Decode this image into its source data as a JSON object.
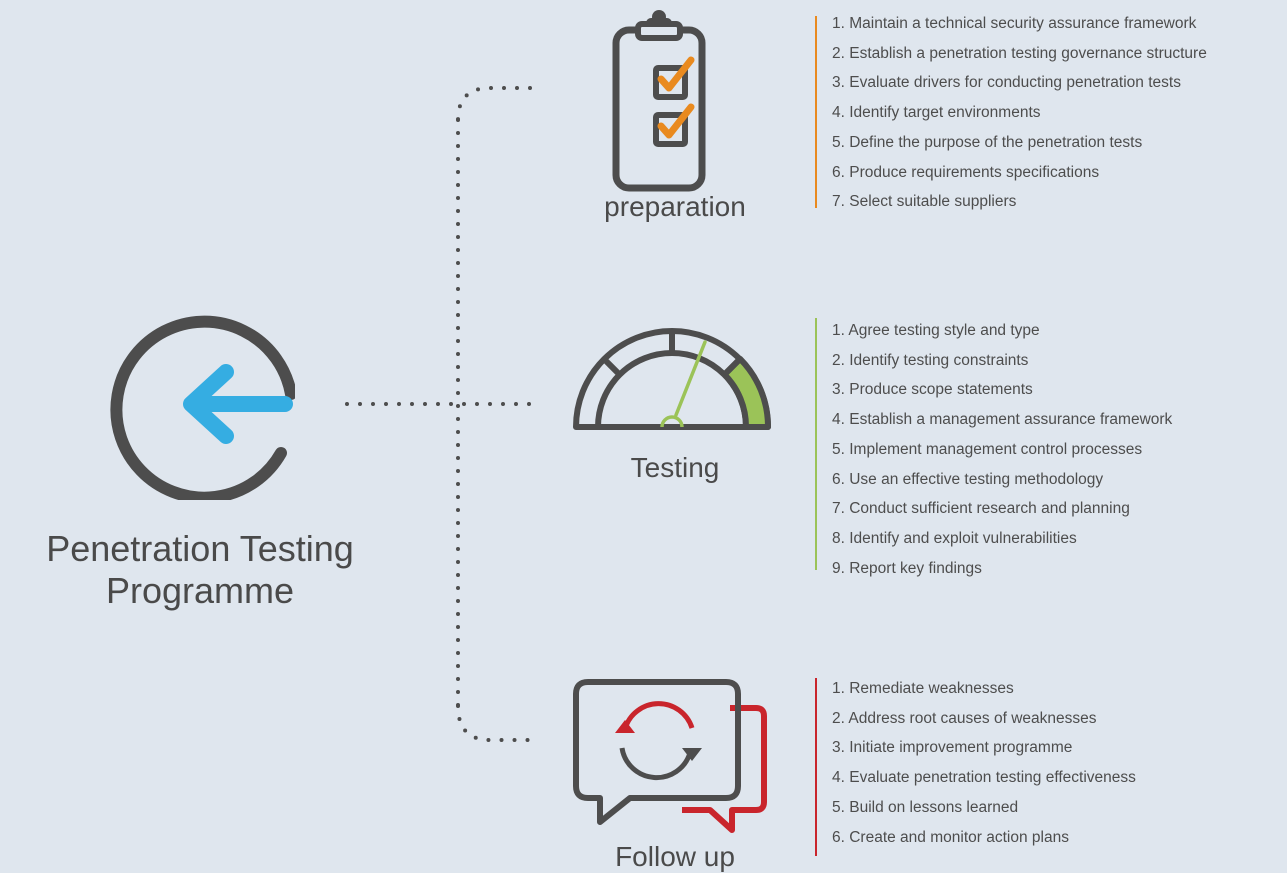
{
  "title_line1": "Penetration Testing",
  "title_line2": "Programme",
  "colors": {
    "background": "#dfe6ee",
    "icon_dark": "#4d4d4d",
    "arrow_blue": "#35ade2",
    "preparation_accent": "#e98a1f",
    "testing_accent": "#9bc358",
    "followup_accent": "#c9252c"
  },
  "phases": [
    {
      "label": "preparation",
      "icon": "clipboard-checklist-icon",
      "steps": [
        "1. Maintain a technical security assurance framework",
        "2. Establish a penetration testing governance structure",
        "3. Evaluate drivers for conducting penetration tests",
        "4. Identify target environments",
        "5. Define the purpose of the penetration tests",
        "6. Produce requirements specifications",
        "7. Select suitable suppliers"
      ]
    },
    {
      "label": "Testing",
      "icon": "gauge-icon",
      "steps": [
        "1. Agree testing style and type",
        "2. Identify testing constraints",
        "3. Produce scope statements",
        "4. Establish a management assurance framework",
        "5. Implement management control processes",
        "6. Use an effective testing methodology",
        "7. Conduct sufficient research and planning",
        "8. Identify and exploit vulnerabilities",
        "9. Report key findings"
      ]
    },
    {
      "label": "Follow up",
      "icon": "chat-refresh-icon",
      "steps": [
        "1. Remediate weaknesses",
        "2. Address root causes of weaknesses",
        "3. Initiate improvement programme",
        "4. Evaluate penetration testing effectiveness",
        "5. Build on lessons learned",
        "6. Create and monitor action plans"
      ]
    }
  ]
}
